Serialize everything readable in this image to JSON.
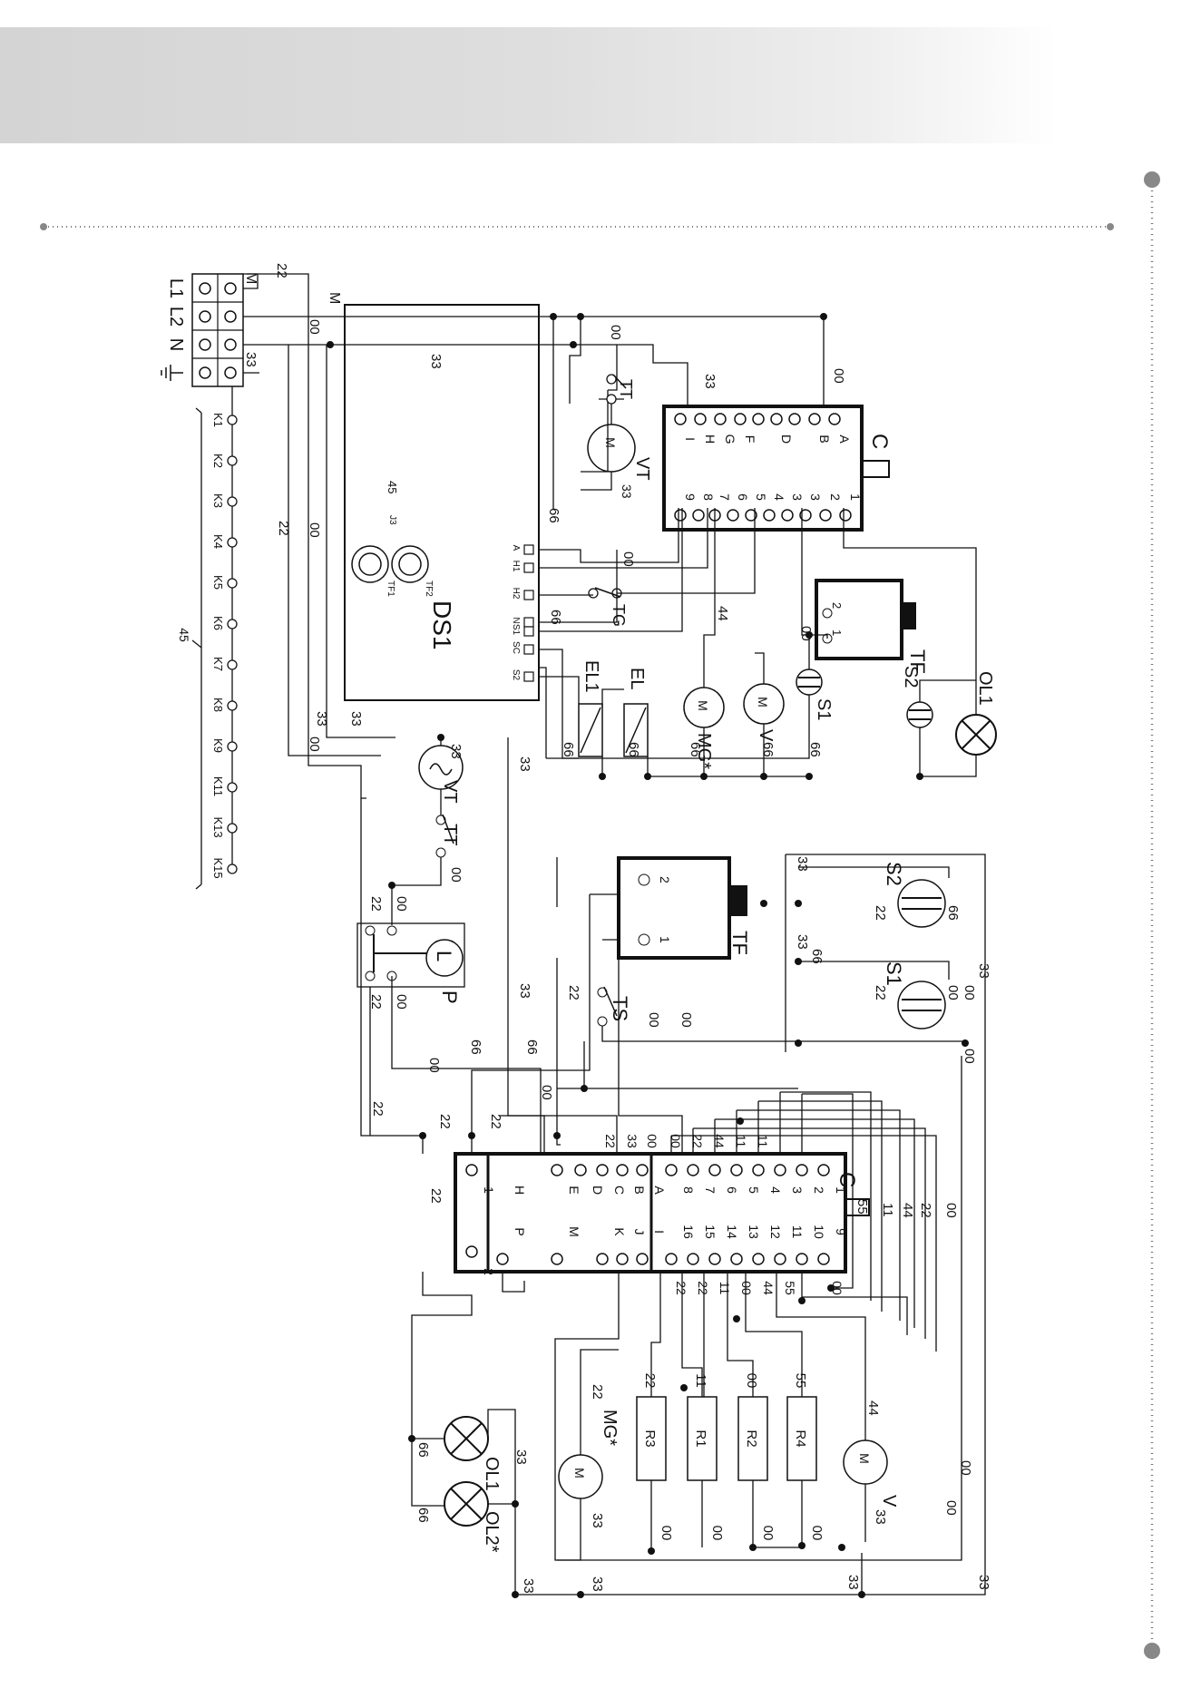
{
  "palette": {
    "line": "#111111",
    "dots": "#777777",
    "band_left": "#d4d4d4"
  },
  "supply": {
    "terminals": [
      "L1",
      "L2",
      "N"
    ],
    "ground_symbol": "ground-icon",
    "bridge_label": "M",
    "wire_labels": [
      "M",
      "22",
      "00",
      "33"
    ]
  },
  "keys": {
    "labels": [
      "K1",
      "K2",
      "K3",
      "K4",
      "K5",
      "K6",
      "K7",
      "K8",
      "K9",
      "K11",
      "K13",
      "K15"
    ],
    "bus_wire": "45"
  },
  "upper": {
    "timer": {
      "label": "C",
      "left_pins": [
        "A",
        "B",
        "",
        "D",
        "",
        "F",
        "G",
        "H",
        "I"
      ],
      "right_pins": [
        "1",
        "2",
        "3",
        "3",
        "4",
        "5",
        "6",
        "7",
        "8",
        "9"
      ]
    },
    "fan_motor": {
      "label": "VT",
      "symbol": "M",
      "wire": "33"
    },
    "fan_thermostat": {
      "label": "TT"
    },
    "display": {
      "label": "DS1",
      "pins": [
        "A",
        "H1",
        "H2",
        "N",
        "S1",
        "SC",
        "S2"
      ],
      "sensors": [
        "TF1",
        "TF2"
      ],
      "jumper": "J3",
      "ground_wire": "45"
    },
    "thermostat_tg": {
      "label": "TG"
    },
    "timer_tf": {
      "label": "TF",
      "pins": [
        "2",
        "1"
      ]
    },
    "solenoid_s1": {
      "label": "S1"
    },
    "solenoid_s2": {
      "label": "S2"
    },
    "lamp_ol1": {
      "label": "OL1"
    },
    "motor_v": {
      "label": "V",
      "symbol": "M"
    },
    "motor_mg": {
      "label": "MG*",
      "symbol": "M"
    },
    "element_el": {
      "label": "EL"
    },
    "element_el1": {
      "label": "EL1"
    },
    "wires": [
      "00",
      "00",
      "33",
      "33",
      "22",
      "00",
      "66",
      "00",
      "44",
      "00",
      "66",
      "66",
      "66",
      "66",
      "66",
      "66",
      "33",
      "33",
      "00"
    ]
  },
  "lower": {
    "fan": {
      "label": "VT",
      "wire": "33"
    },
    "fan_thermostat": {
      "label": "TT",
      "wire": "00"
    },
    "pressure_switch": {
      "label": "P",
      "lamp": "L",
      "wires": [
        "00",
        "22",
        "22",
        "00"
      ]
    },
    "timer_tf": {
      "label": "TF",
      "pins": [
        "2",
        "1"
      ]
    },
    "thermostat_ts": {
      "label": "TS"
    },
    "solenoid_s2": {
      "label": "S2",
      "wires": [
        "22",
        "66"
      ]
    },
    "solenoid_s1": {
      "label": "S1",
      "wires": [
        "22",
        "00"
      ]
    },
    "timer": {
      "label": "C",
      "col1": [
        "1",
        "2"
      ],
      "left_letters": [
        "H",
        "E",
        "D",
        "C",
        "B",
        "A"
      ],
      "mid_letters": [
        "P",
        "M",
        "K",
        "J",
        "I"
      ],
      "top_numbers": [
        "8",
        "7",
        "6",
        "5",
        "4",
        "3",
        "2",
        "1"
      ],
      "bottom_numbers": [
        "16",
        "15",
        "14",
        "13",
        "12",
        "11",
        "10",
        "9"
      ],
      "top_wires": [
        "22",
        "33",
        "00",
        "00",
        "22",
        "44",
        "11",
        "11"
      ],
      "bottom_wires": [
        "22",
        "22",
        "11",
        "00",
        "44",
        "55",
        "00"
      ]
    },
    "resistors": [
      {
        "label": "R3",
        "top": "22",
        "bottom": "00"
      },
      {
        "label": "R1",
        "top": "11",
        "bottom": "00"
      },
      {
        "label": "R2",
        "top": "00",
        "bottom": "00"
      },
      {
        "label": "R4",
        "top": "55",
        "bottom": "00"
      }
    ],
    "motor_mg": {
      "label": "MG*",
      "symbol": "M",
      "wires": [
        "22",
        "33"
      ]
    },
    "motor_v": {
      "label": "V",
      "symbol": "M",
      "wires": [
        "44",
        "33"
      ]
    },
    "lamps": {
      "ol1": "OL1",
      "ol2": "OL2*",
      "wires": [
        "66",
        "66",
        "33",
        "33"
      ]
    },
    "bundle_labels": [
      "55",
      "11",
      "44",
      "22",
      "00"
    ],
    "wires": [
      "33",
      "66",
      "66",
      "22",
      "00",
      "33",
      "00",
      "22",
      "22",
      "22",
      "22",
      "00",
      "00",
      "33",
      "66",
      "00",
      "00",
      "00",
      "00",
      "33",
      "33",
      "33",
      "33",
      "33"
    ]
  }
}
